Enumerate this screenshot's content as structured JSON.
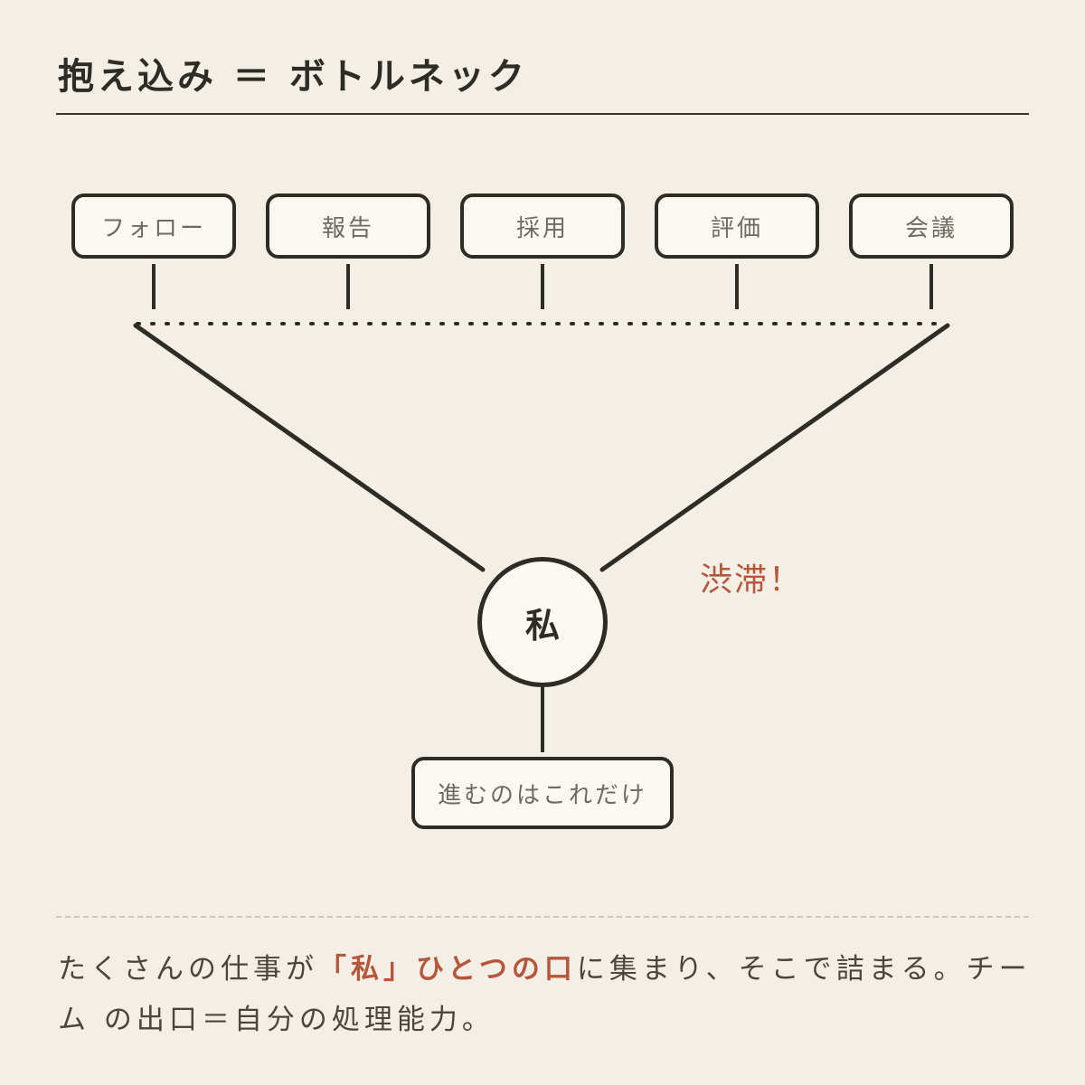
{
  "header": {
    "title": "抱え込み ＝ ボトルネック"
  },
  "diagram": {
    "tasks": [
      "フォロー",
      "報告",
      "採用",
      "評価",
      "会議"
    ],
    "center_label": "私",
    "output_label": "進むのはこれだけ",
    "alert_label": "渋滞！"
  },
  "caption": {
    "part1": "たくさんの仕事が",
    "highlight": "「私」ひとつの口",
    "part2": "に集まり、そこで詰まる。チーム の出口＝自分の処理能力。"
  },
  "colors": {
    "background": "#f4efe6",
    "ink": "#2f2b25",
    "accent": "#b5573a",
    "box_fill": "#fbf8f1"
  }
}
